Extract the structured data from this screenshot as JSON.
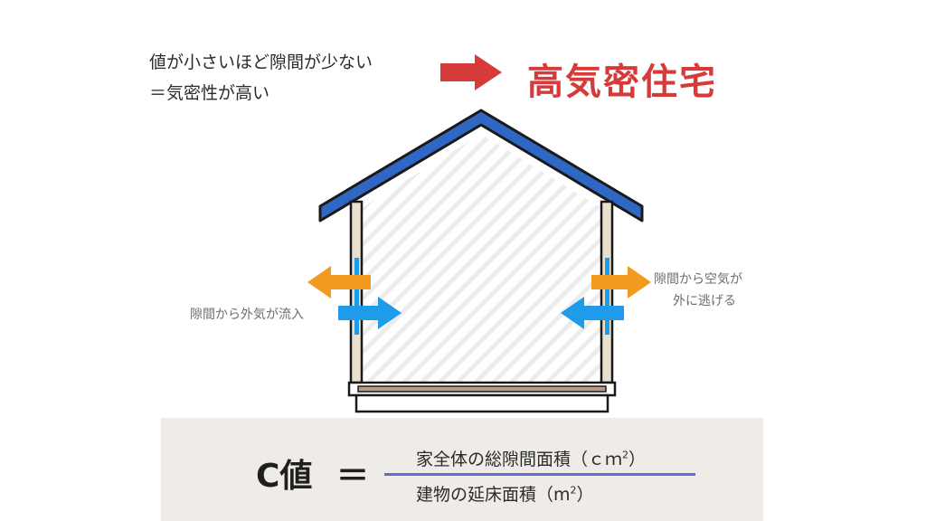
{
  "intro": {
    "line1": "値が小さいほど隙間が少ない",
    "line2": "＝気密性が高い"
  },
  "result": "高気密住宅",
  "labels": {
    "inflow": "隙間から外気が流入",
    "outflow_line1": "隙間から空気が",
    "outflow_line2": "外に逃げる"
  },
  "formula": {
    "lhs": "C値",
    "equals": "＝",
    "numerator_pre": "家全体の総隙間面積（ｃｍ",
    "numerator_sup": "2",
    "numerator_post": "）",
    "denominator_pre": "建物の延床面積（m",
    "denominator_sup": "2",
    "denominator_post": "）"
  },
  "colors": {
    "red": "#d63b3b",
    "orange": "#f29a1d",
    "blue": "#1e9be9",
    "roof": "#2f67c4",
    "fraction_line": "#5b6fd6"
  }
}
